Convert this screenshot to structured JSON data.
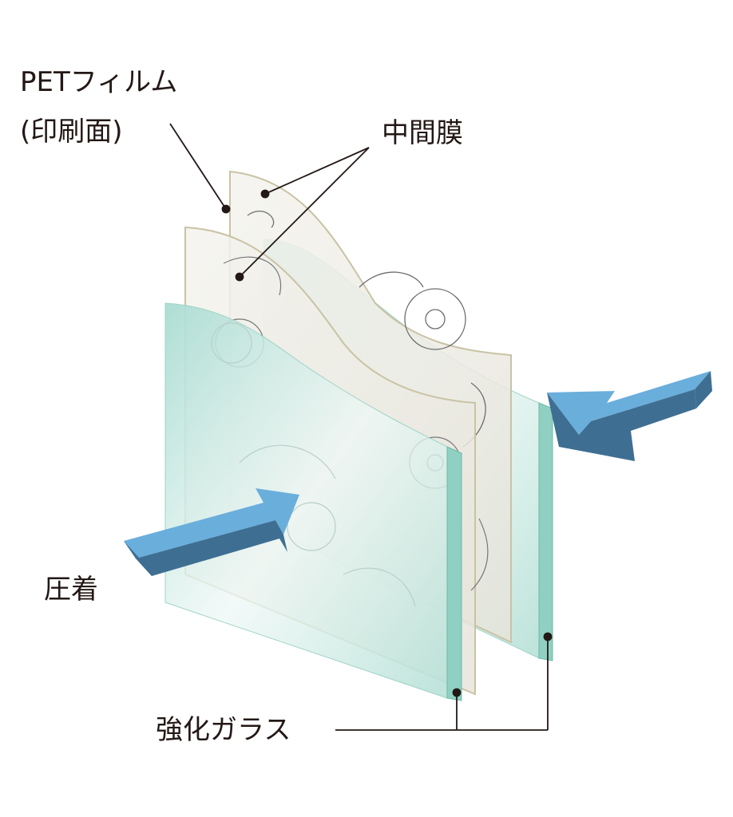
{
  "labels": {
    "pet_film": "PETフィルム",
    "print_side": "(印刷面)",
    "interlayer": "中間膜",
    "pressing": "圧着",
    "tempered_glass": "強化ガラス"
  },
  "colors": {
    "glass": "#bfe3dc",
    "glass_edge": "#8fd0c2",
    "film_edge": "#c9c3a4",
    "arrow_top": "#6aaedc",
    "arrow_side": "#3e6f92",
    "ink": "#231815"
  }
}
